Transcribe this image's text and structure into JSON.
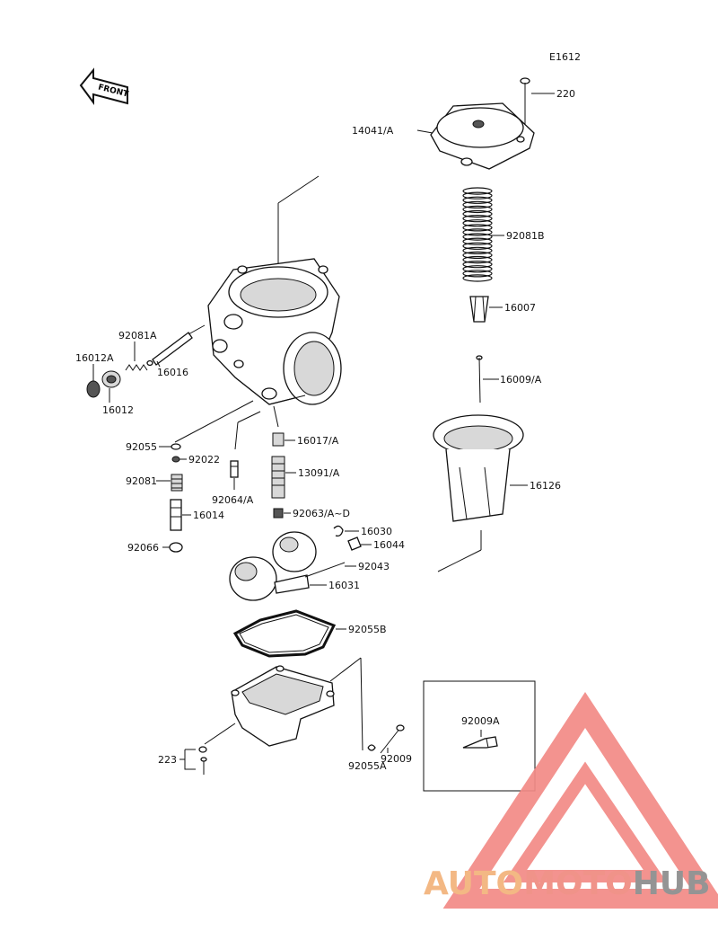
{
  "diagram": {
    "code": "E1612",
    "front_label": "FRONT",
    "labels": {
      "p220": "220",
      "p14041a": "14041/A",
      "p92081b": "92081B",
      "p16007": "16007",
      "p16009a": "16009/A",
      "p16126": "16126",
      "p92081a": "92081A",
      "p16012a": "16012A",
      "p16016": "16016",
      "p16012": "16012",
      "p92055": "92055",
      "p92022": "92022",
      "p92081": "92081",
      "p92064a": "92064/A",
      "p16017a": "16017/A",
      "p13091a": "13091/A",
      "p92063ad": "92063/A~D",
      "p16014": "16014",
      "p92066": "92066",
      "p16030": "16030",
      "p16044": "16044",
      "p92043": "92043",
      "p16031": "16031",
      "p92055b": "92055B",
      "p92009a": "92009A",
      "p223": "223",
      "p92055a": "92055A",
      "p92009": "92009"
    }
  },
  "watermark": {
    "auto": "AUTO",
    "moto": "MOTO",
    "hub": "HUB",
    "color_auto": "#f2b27a",
    "color_moto": "#ef8a80",
    "color_hub": "#8c8c8c",
    "color_triangle": "#f28a86"
  }
}
